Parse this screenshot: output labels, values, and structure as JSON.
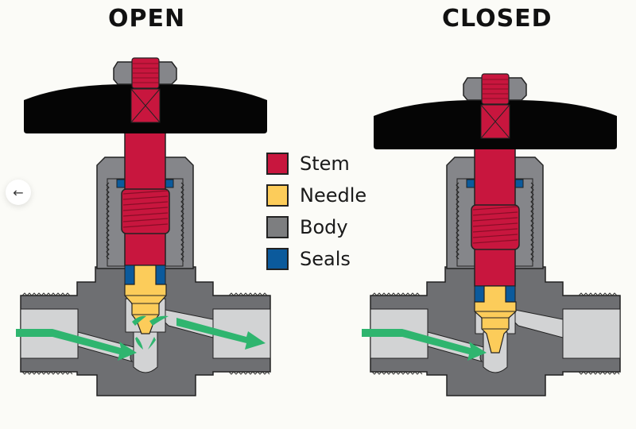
{
  "titles": {
    "open": "OPEN",
    "closed": "CLOSED"
  },
  "legend": [
    {
      "label": "Stem",
      "color": "#c8163e"
    },
    {
      "label": "Needle",
      "color": "#fccc5a"
    },
    {
      "label": "Body",
      "color": "#7d7e80"
    },
    {
      "label": "Seals",
      "color": "#0b5a9c"
    }
  ],
  "colors": {
    "stem": "#c8163e",
    "needle": "#fccc5a",
    "body": "#6e6f72",
    "bonnet": "#85868a",
    "bore": "#d2d3d4",
    "seal": "#0b5a9c",
    "handle": "#050505",
    "flow": "#2fb56f",
    "outline": "#222222"
  },
  "nav": {
    "back_icon": "←"
  }
}
